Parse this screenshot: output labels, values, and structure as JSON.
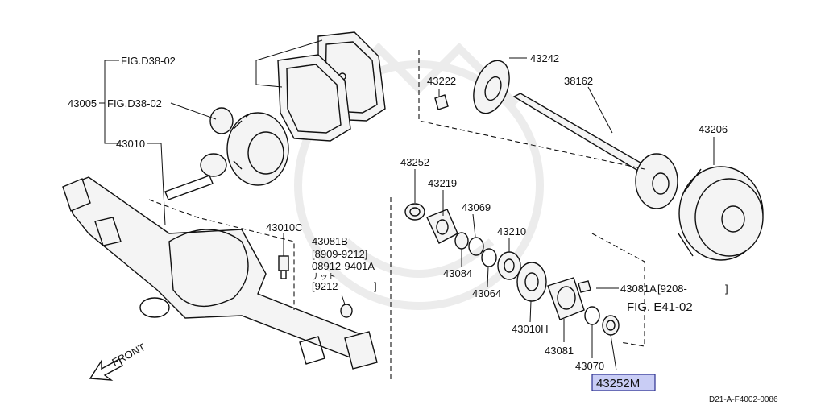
{
  "labels": {
    "fig_d38_top": "FIG.D38-02",
    "fig_d38_mid": "FIG.D38-02",
    "p43005": "43005",
    "p43010": "43010",
    "p43010c": "43010C",
    "p43081b": "43081B",
    "p43081b_range1": "[8909-9212]",
    "p43081b_range2": "08912-9401A",
    "nut": "ナット",
    "p43081b_range3": "[9212-",
    "p43081b_range3_end": "]",
    "p43222": "43222",
    "p43242": "43242",
    "p38162": "38162",
    "p43206": "43206",
    "p43252": "43252",
    "p43219": "43219",
    "p43069": "43069",
    "p43210": "43210",
    "p43084": "43084",
    "p43064": "43064",
    "p43010h": "43010H",
    "p43081a": "43081A",
    "p43081a_range": "[9208-",
    "p43081a_range_end": "]",
    "fig_e41": "FIG. E41-02",
    "p43081": "43081",
    "p43070": "43070",
    "p43252m": "43252M",
    "front": "FRONT",
    "doc_code": "D21-A-F4002-0086"
  },
  "highlight_color": "#c9cdf5"
}
